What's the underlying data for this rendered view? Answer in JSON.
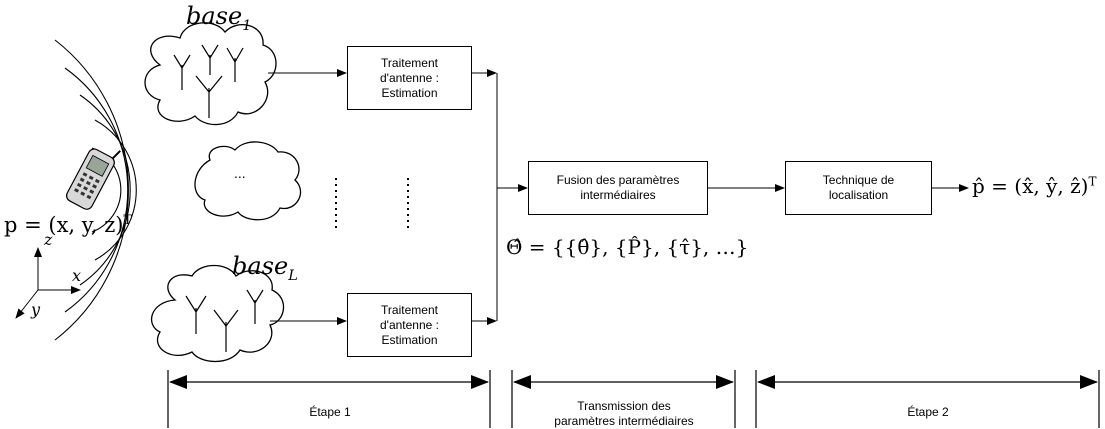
{
  "blocks": {
    "antenna_top": {
      "line1": "Traitement",
      "line2": "d'antenne :",
      "line3": "Estimation"
    },
    "antenna_bottom": {
      "line1": "Traitement",
      "line2": "d'antenne :",
      "line3": "Estimation"
    },
    "fusion": {
      "line1": "Fusion des paramètres",
      "line2": "intermédiaires"
    },
    "technique": {
      "line1": "Technique de",
      "line2": "localisation"
    }
  },
  "labels": {
    "base_top": "base",
    "base_top_sub": "1",
    "base_bottom": "base",
    "base_bottom_sub": "L",
    "middle_cloud": "...",
    "position": "p = (x, y, z)",
    "position_sup": "T",
    "estimate": "p̂ = (x̂, ŷ, ẑ)",
    "estimate_sup": "T",
    "theta_set": "Θ̂ = {{θ̂}, {P̂}, {τ̂}, …}",
    "axis_x": "x",
    "axis_y": "y",
    "axis_z": "z"
  },
  "stages": {
    "stage1": "Étape 1",
    "transmission_line1": "Transmission des",
    "transmission_line2": "paramètres intermédiaires",
    "stage2": "Étape 2"
  }
}
